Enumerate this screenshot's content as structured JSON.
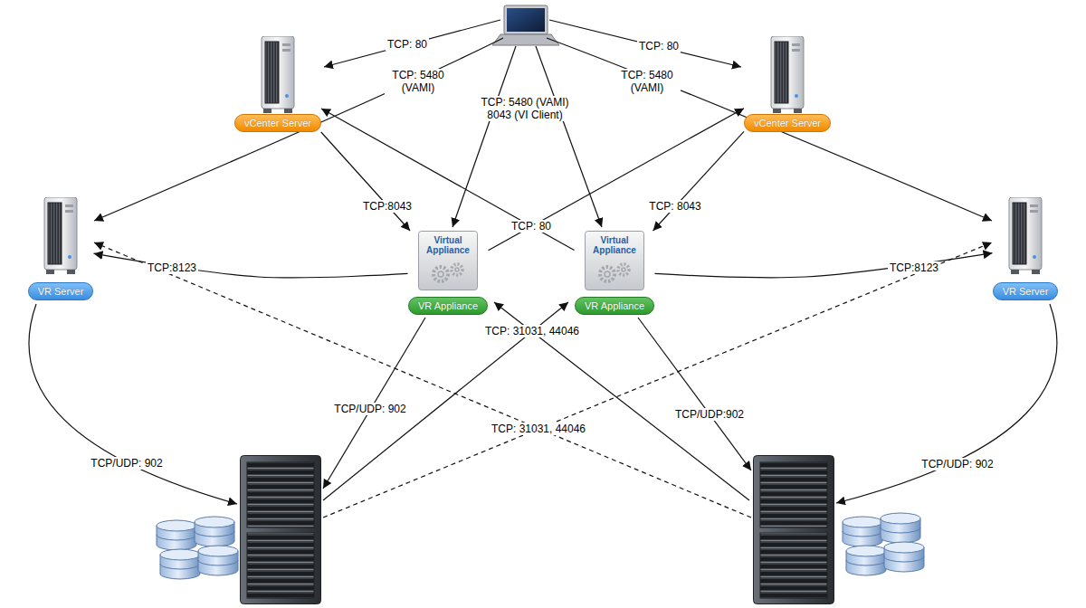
{
  "diagram": {
    "nodes": [
      {
        "text": [
          "vCenter Server"
        ]
      },
      {
        "text": [
          "vCenter Server"
        ]
      },
      {
        "text": [
          "VR Server"
        ]
      },
      {
        "text": [
          "Virtual Appliance",
          "VR Appliance"
        ]
      },
      {
        "text": [
          "Virtual Appliance",
          "VR Appliance"
        ]
      },
      {
        "text": [
          "VR Server"
        ]
      }
    ],
    "edges": [
      {
        "from": 0,
        "to": 3,
        "label": "TCP:8043",
        "arrow": "to"
      },
      {
        "from": 1,
        "to": 4,
        "label": "TCP: 8043",
        "arrow": "to"
      },
      {
        "from": 3,
        "to": 1,
        "label": "TCP: 80",
        "arrow": "to"
      },
      {
        "from": 4,
        "to": 0,
        "arrow": "to"
      },
      {
        "from": 3,
        "to": 2,
        "label": "TCP:8123",
        "arrow": "to"
      },
      {
        "from": 4,
        "to": 5,
        "label": "TCP:8123",
        "arrow": "to"
      }
    ],
    "labels": [
      "TCP: 80",
      "TCP: 5480 (VAMI)",
      "TCP: 5480 (VAMI) 8043 (VI Client)",
      "TCP: 80",
      "TCP: 5480 (VAMI)",
      "TCP/UDP: 902",
      "TCP: 31031, 44046",
      "TCP/UDP:902",
      "TCP: 31031, 44046",
      "TCP/UDP: 902",
      "TCP/UDP: 902"
    ]
  }
}
